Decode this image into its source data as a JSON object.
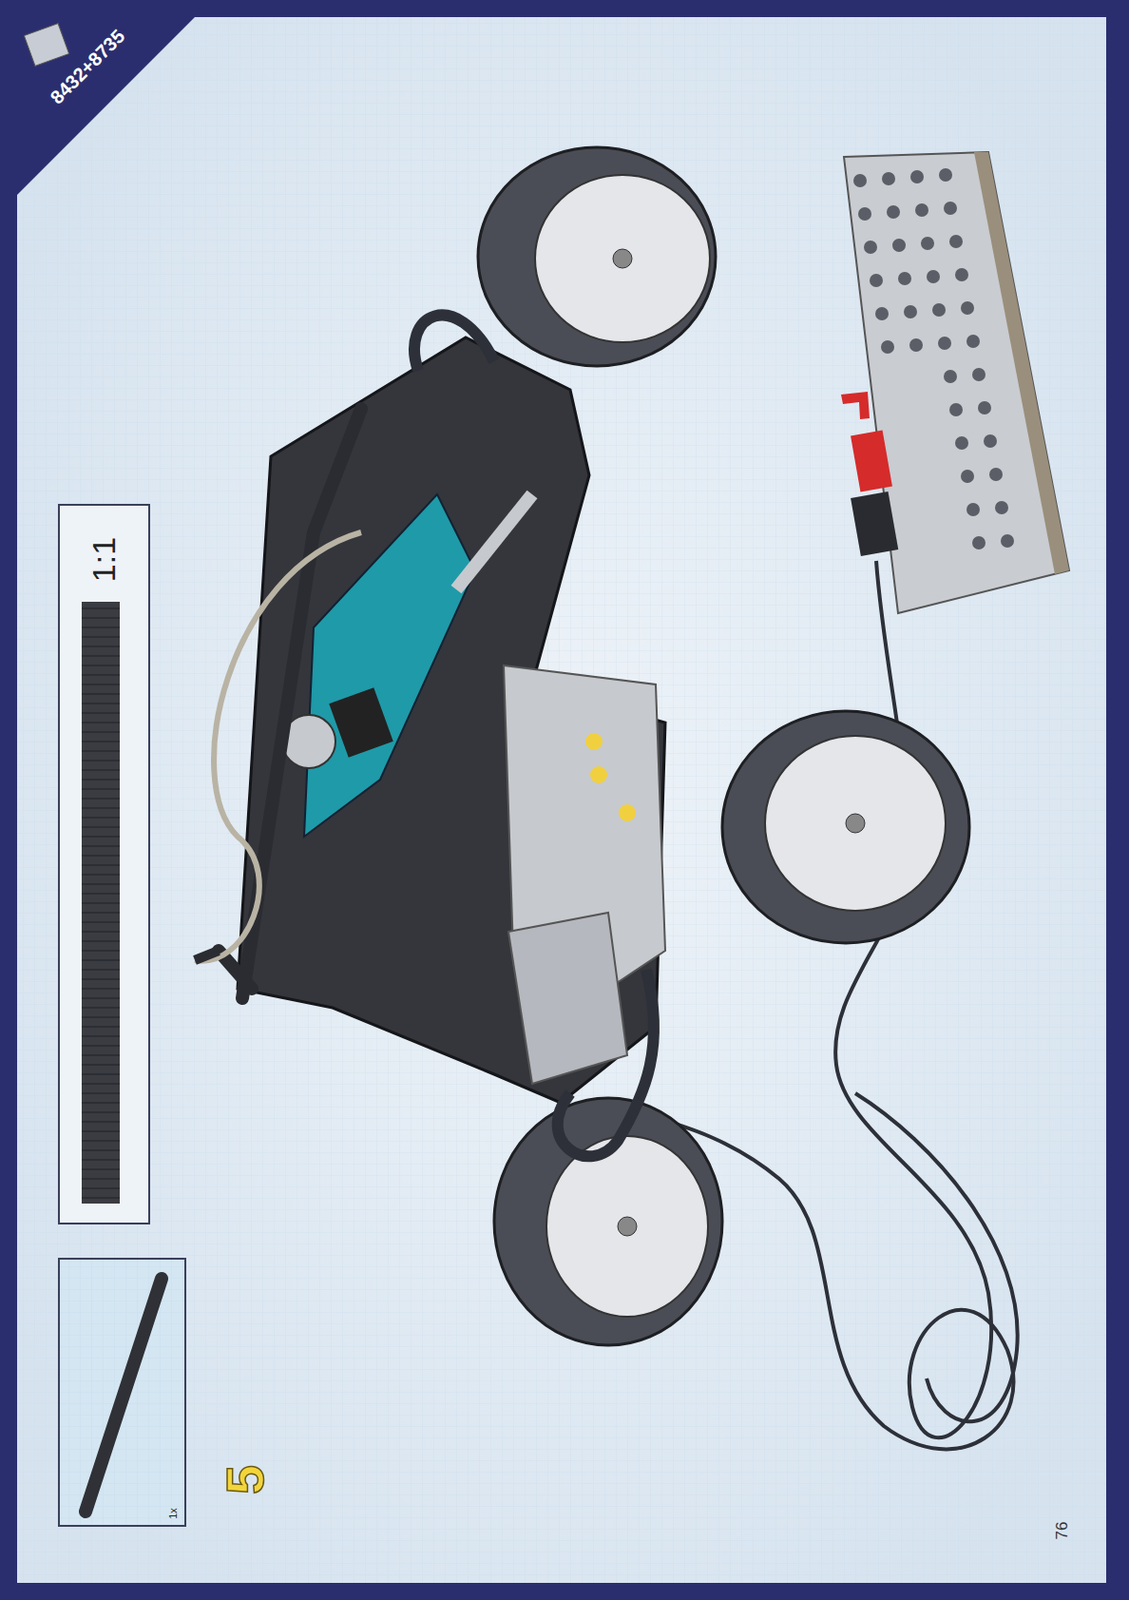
{
  "diagram": {
    "nodes": [
      {
        "text": [
          "1x"
        ]
      },
      {
        "text": [
          "1:1"
        ]
      }
    ],
    "labels": [
      "8432+8735",
      "5",
      "76"
    ]
  }
}
